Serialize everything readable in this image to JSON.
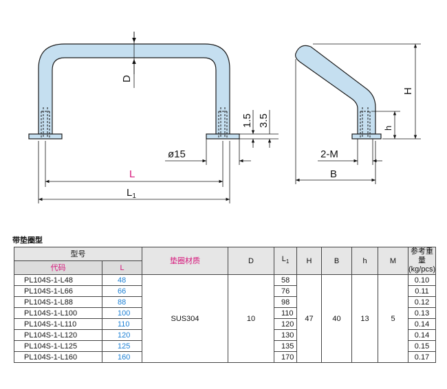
{
  "drawing": {
    "labels": {
      "D": "D",
      "L": "L",
      "L1": "L1",
      "dim_1_5": "1.5",
      "dim_3_5": "3.5",
      "diameter": "ø15",
      "H": "H",
      "h": "h",
      "M": "2-M",
      "B": "B"
    }
  },
  "section_title": "带垫圈型",
  "table": {
    "headers": {
      "model": "型号",
      "code": "代码",
      "L": "L",
      "material": "垫圈材质",
      "D": "D",
      "L1": "L1",
      "H": "H",
      "B": "B",
      "h": "h",
      "M": "M",
      "weight": "参考重量",
      "weight_unit": "(kg/pcs)"
    },
    "shared": {
      "material": "SUS304",
      "D": "10",
      "H": "47",
      "B": "40",
      "h": "13",
      "M": "5"
    },
    "rows": [
      {
        "code": "PL104S-1-L48",
        "L": "48",
        "L1": "58",
        "weight": "0.10"
      },
      {
        "code": "PL104S-1-L66",
        "L": "66",
        "L1": "76",
        "weight": "0.11"
      },
      {
        "code": "PL104S-1-L88",
        "L": "88",
        "L1": "98",
        "weight": "0.12"
      },
      {
        "code": "PL104S-1-L100",
        "L": "100",
        "L1": "110",
        "weight": "0.13"
      },
      {
        "code": "PL104S-1-L110",
        "L": "110",
        "L1": "120",
        "weight": "0.14"
      },
      {
        "code": "PL104S-1-L120",
        "L": "120",
        "L1": "130",
        "weight": "0.14"
      },
      {
        "code": "PL104S-1-L125",
        "L": "125",
        "L1": "135",
        "weight": "0.15"
      },
      {
        "code": "PL104S-1-L160",
        "L": "160",
        "L1": "170",
        "weight": "0.17"
      }
    ]
  },
  "colors": {
    "handle_fill": "#c5dff0",
    "handle_stroke": "#1a1a1a",
    "label_pink": "#d6147a",
    "value_blue": "#1a7fd4",
    "header_bg": "#e6e6e6"
  }
}
